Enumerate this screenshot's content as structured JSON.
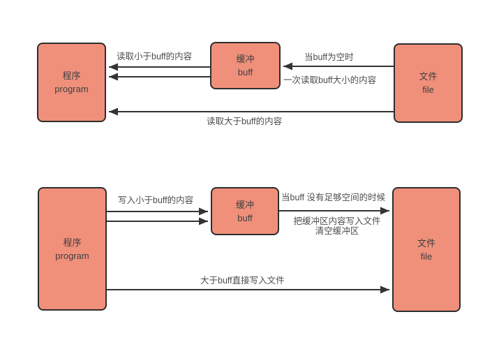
{
  "colors": {
    "box_fill": "#F0907B",
    "box_border": "#2D2D2D",
    "arrow": "#333333",
    "label_text": "#4D4D4D",
    "background": "#FFFFFF"
  },
  "read_flow": {
    "program_box": {
      "title": "程序",
      "subtitle": "program"
    },
    "buffer_box": {
      "title": "缓冲",
      "subtitle": "buff"
    },
    "file_box": {
      "title": "文件",
      "subtitle": "file"
    },
    "labels": {
      "read_small": "读取小于buff的内容",
      "when_empty": "当buff为空时",
      "read_buff_size": "一次读取buff大小的内容",
      "read_large": "读取大于buff的内容"
    }
  },
  "write_flow": {
    "program_box": {
      "title": "程序",
      "subtitle": "program"
    },
    "buffer_box": {
      "title": "缓冲",
      "subtitle": "buff"
    },
    "file_box": {
      "title": "文件",
      "subtitle": "file"
    },
    "labels": {
      "write_small": "写入小于buff的内容",
      "when_no_space": "当buff 没有足够空间的时候",
      "flush_to_file": "把缓冲区内容写入文件",
      "clear_buffer": "清空缓冲区",
      "write_large": "大于buff直接写入文件"
    }
  }
}
